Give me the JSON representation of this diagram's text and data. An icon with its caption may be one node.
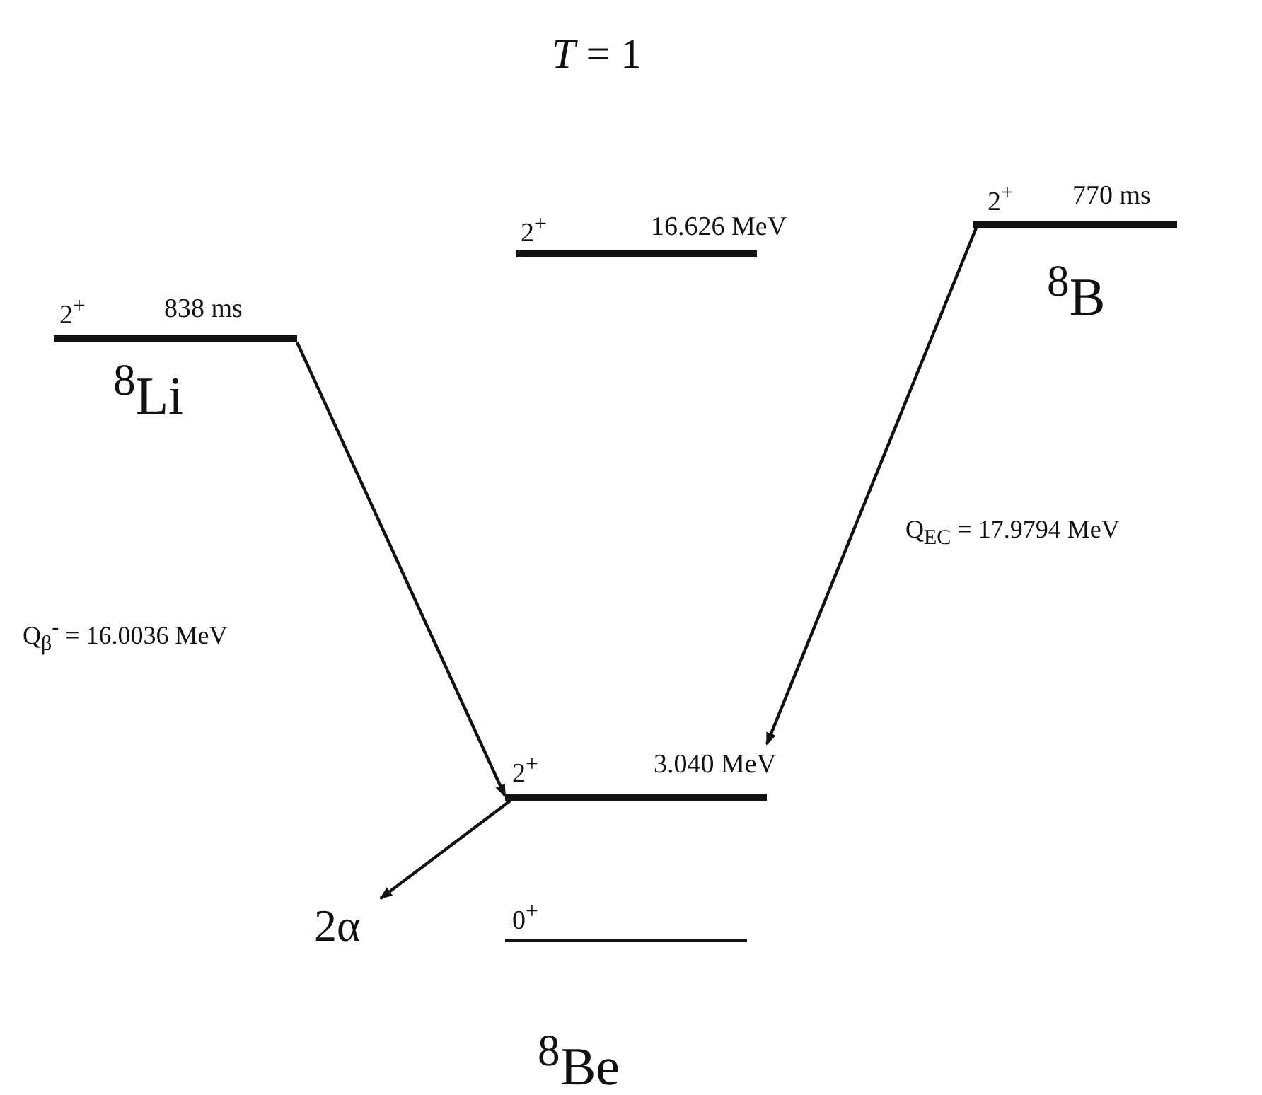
{
  "diagram": {
    "title": "*T* = 1",
    "nodes": [
      {
        "text": [
          "2$^{+}$",
          "16.626 MeV"
        ]
      },
      {
        "text": [
          "2$^{+}$",
          "770 ms"
        ],
        "beside": [
          "$^{8}$B"
        ]
      },
      {
        "text": [
          "2$^{+}$",
          "838 ms"
        ],
        "beside": [
          "$^{8}$Li"
        ]
      },
      {
        "text": [
          "2$^{+}$",
          "3.040 MeV"
        ]
      },
      {
        "text": [
          "2α"
        ]
      },
      {
        "text": [
          "0$^{+}$"
        ],
        "beside": [
          "$^{8}$Be"
        ]
      }
    ],
    "edges": [
      {
        "from": 1,
        "to": 3,
        "arrow": "to"
      },
      {
        "from": 2,
        "to": 3,
        "arrow": "to"
      },
      {
        "from": 3,
        "to": 4,
        "arrow": "to"
      }
    ],
    "labels": [
      "Q$_{EC}$ = 17.9794 MeV",
      "Q$_{β}$$^{-}$ = 16.0036 MeV"
    ]
  }
}
